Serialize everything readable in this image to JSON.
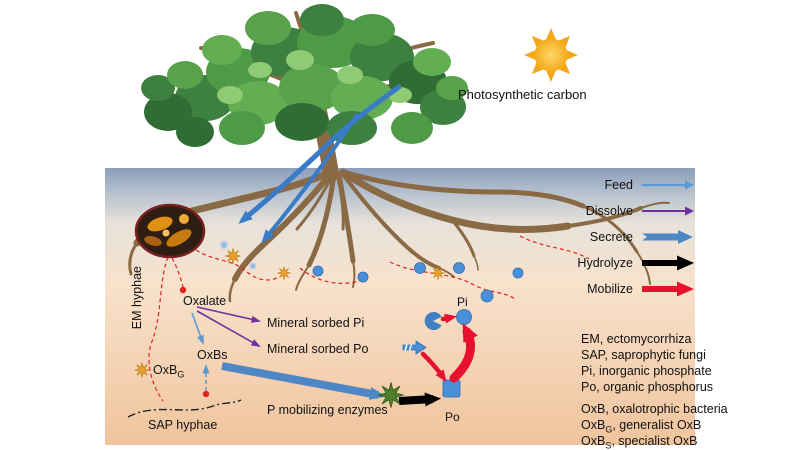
{
  "figure": {
    "photosynthetic_carbon": "Photosynthetic carbon"
  },
  "legend": {
    "items": [
      {
        "label": "Feed",
        "color": "#5b9bd5",
        "style": "thin-arrow"
      },
      {
        "label": "Dissolve",
        "color": "#7030a0",
        "style": "thin-arrow"
      },
      {
        "label": "Secrete",
        "color": "#4f86c6",
        "style": "block-arrow"
      },
      {
        "label": "Hydrolyze",
        "color": "#000000",
        "style": "block-arrow"
      },
      {
        "label": "Mobilize",
        "color": "#e8112d",
        "style": "block-arrow"
      }
    ]
  },
  "definitions": {
    "group1": [
      "EM, ectomycorrhiza",
      "SAP, saprophytic fungi",
      "Pi, inorganic phosphate",
      "Po, organic phosphorus"
    ],
    "group2": [
      {
        "pre": "OxB",
        "sub": "",
        "post": ", oxalotrophic bacteria"
      },
      {
        "pre": "OxB",
        "sub": "G",
        "post": ", generalist OxB"
      },
      {
        "pre": "OxB",
        "sub": "S",
        "post": ", specialist OxB"
      }
    ]
  },
  "soil_labels": {
    "em_hyphae": "EM hyphae",
    "sap_hyphae": "SAP hyphae",
    "oxalate": "Oxalate",
    "oxbs": "OxBs",
    "oxbg_pre": "OxB",
    "oxbg_sub": "G",
    "mineral_sorbed_pi": "Mineral sorbed Pi",
    "mineral_sorbed_po": "Mineral sorbed Po",
    "p_mobilizing_enzymes": "P mobilizing enzymes",
    "pi": "Pi",
    "po": "Po"
  },
  "colors": {
    "feed_blue": "#5b9bd5",
    "trunk_arrow_blue": "#3a7bc8",
    "dissolve_purple": "#7030a0",
    "secrete_blue": "#4f86c6",
    "hydrolyze_black": "#000000",
    "mobilize_red": "#e8112d",
    "phosphate_blue": "#4a90d9",
    "enzyme_green": "#4f8030",
    "oxb_orange": "#e8a232",
    "hyphae_red": "#e0251f",
    "sun_yellow": "#f6b93b"
  }
}
